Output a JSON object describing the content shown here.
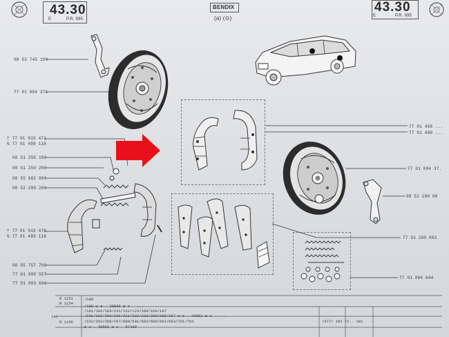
{
  "header": {
    "page_number_left": "43.30",
    "sub_e_left": "E",
    "sub_pr_left": "P.R. 995",
    "brand": "BENDIX",
    "brand_code": "(a) (⊙)",
    "page_number_right": "43.30",
    "sub_e_right": "E",
    "sub_pr_right": "P.R. 995"
  },
  "left_parts": [
    {
      "id": "p1",
      "number": "08 53 745 100"
    },
    {
      "id": "p2",
      "number": "77 01 004 371"
    },
    {
      "id": "p3",
      "number": "† 77 01 015 471"
    },
    {
      "id": "p4",
      "number": "% 77 01 499 118"
    },
    {
      "id": "p5",
      "number": "08 51 250 100"
    },
    {
      "id": "p6",
      "number": "08 51 250 200"
    },
    {
      "id": "p7",
      "number": "08 55 682 900"
    },
    {
      "id": "p8",
      "number": "08 52 290 200"
    },
    {
      "id": "p9",
      "number": "† 77 01 015 470"
    },
    {
      "id": "p10",
      "number": "% 77 01 499 118"
    },
    {
      "id": "p11",
      "number": "08 55 757 700"
    },
    {
      "id": "p12",
      "number": "77 01 000 557"
    },
    {
      "id": "p13",
      "number": "77 01 003 696"
    }
  ],
  "right_parts": [
    {
      "id": "r1",
      "number": "77 01 458 ..."
    },
    {
      "id": "r2",
      "number": "77 01 499 ..."
    },
    {
      "id": "r3",
      "number": "77 01 004 37."
    },
    {
      "id": "r4",
      "number": "08 52 290 00"
    },
    {
      "id": "r5",
      "number": "77 01 200 083"
    },
    {
      "id": "r6",
      "number": "77 01 004 644"
    }
  ],
  "table": {
    "r1151": "R 1151",
    "r1154": "R 1154",
    "slash100": "/100",
    "row_a_label": "(a)",
    "r1156": "R 1156",
    "line1": "/100   ⊡ ⊚ →  20086  ⊡ ⊙ →  ...",
    "line2": "/101/102/103/121/122/123/160/166/167",
    "line3": "/201/202/203/206/221/222/223/260/266/267   ⊡ ⊙ →  46501  ⊡ ⊙ → ...",
    "line4": "/222/262/266/267/600/601/603/660/661/663/761/763",
    "line5": "⊡ ⊙ →  46501  ⊡ ⊙ →  57409",
    "right_cells": "/477/ 101   /2..   101"
  },
  "colors": {
    "arrow": "#e8111b",
    "ink": "#333333",
    "paper": "#e2e4e7"
  }
}
